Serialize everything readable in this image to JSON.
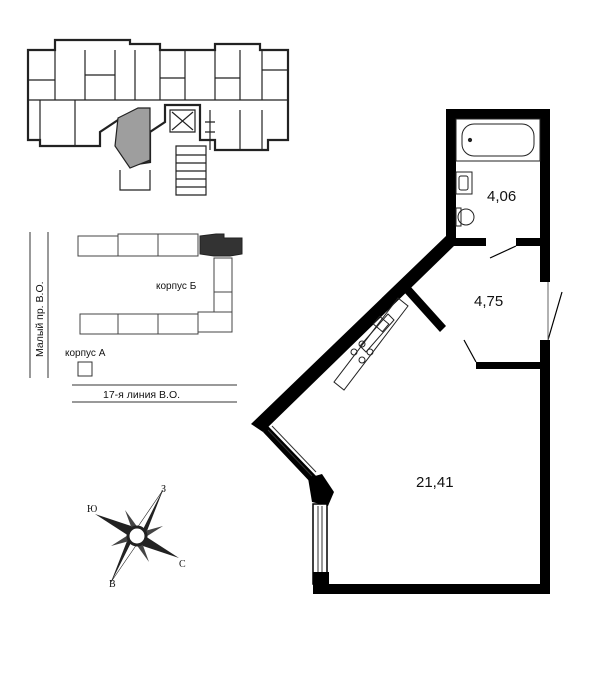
{
  "rooms": {
    "bathroom_area": "4,06",
    "hallway_area": "4,75",
    "living_area": "21,41"
  },
  "site_plan": {
    "street_left": "Малый пр. В.О.",
    "street_bottom": "17-я линия В.О.",
    "building_b": "корпус Б",
    "building_a": "корпус А"
  },
  "compass": {
    "north": "С",
    "south": "Ю",
    "east": "В",
    "west": "З"
  },
  "colors": {
    "wall": "#000000",
    "highlight": "#9e9e9e",
    "thin_line": "#333333"
  }
}
